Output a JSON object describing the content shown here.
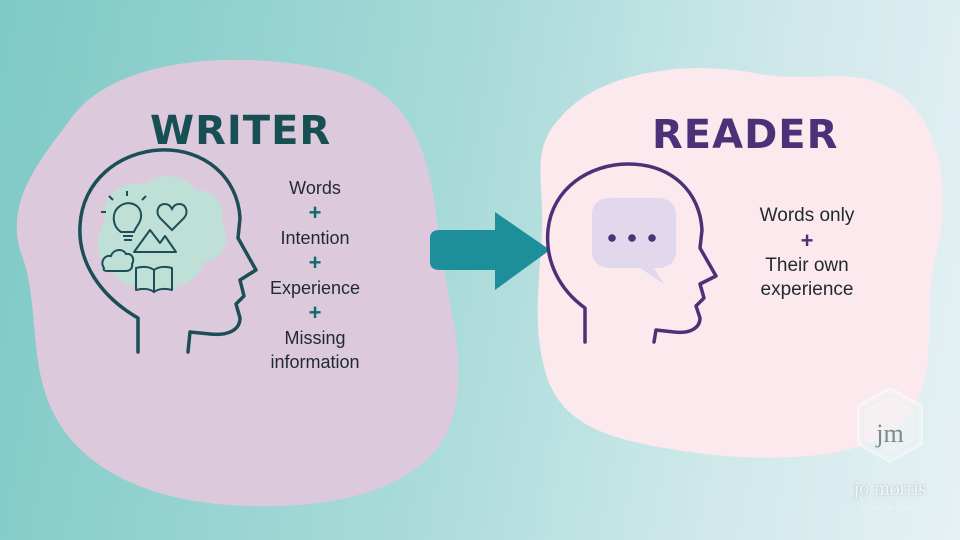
{
  "writer": {
    "title": "WRITER",
    "items": [
      "Words",
      "Intention",
      "Experience",
      "Missing information"
    ],
    "plus": "+"
  },
  "reader": {
    "title": "READER",
    "items": [
      "Words only",
      "Their own experience"
    ],
    "plus": "+"
  },
  "logo": {
    "monogram": "jm",
    "name": "jo morris",
    "tagline": "the write coach"
  },
  "colors": {
    "writer_blob": "#ddc9dc",
    "reader_blob": "#fce9ee",
    "arrow": "#1c8f9a",
    "writer_title": "#184f55",
    "reader_title": "#4b3278",
    "writer_head": "#1d4e57",
    "reader_head": "#4b3278"
  }
}
